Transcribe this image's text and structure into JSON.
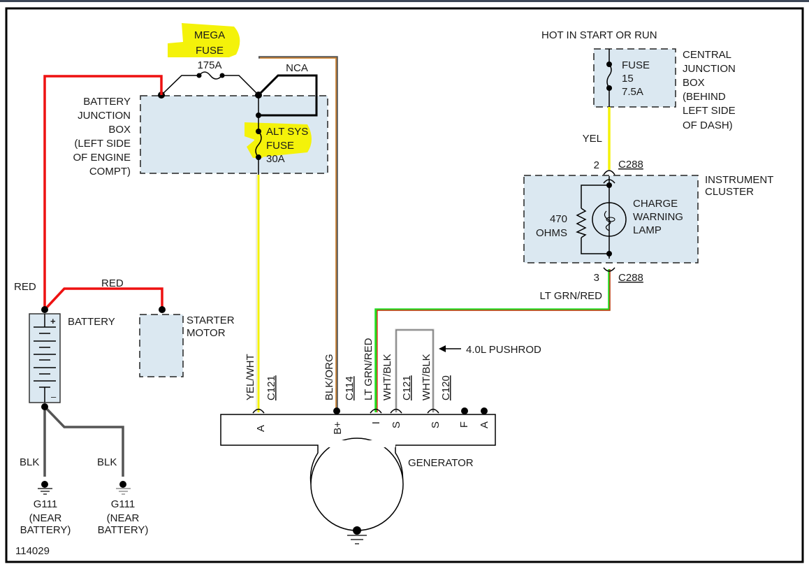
{
  "diagram_id": "114029",
  "colors": {
    "red_wire": "#ee1111",
    "yellow_wire": "#f4f20a",
    "orange_wire": "#e08a2c",
    "green_wire": "#22dd22",
    "gray_wire": "#555555",
    "box_fill": "#dbe8f1",
    "highlight": "#f4f20a"
  },
  "battery_junction_box": {
    "label_lines": [
      "BATTERY",
      "JUNCTION",
      "BOX",
      "(LEFT SIDE",
      "OF ENGINE",
      "COMPT)"
    ],
    "mega_fuse": [
      "MEGA",
      "FUSE",
      "175A"
    ],
    "nca": "NCA",
    "alt_sys_fuse": [
      "ALT SYS",
      "FUSE",
      "30A"
    ]
  },
  "central_junction_box": {
    "power_label": "HOT IN START OR RUN",
    "fuse": [
      "FUSE",
      "15",
      "7.5A"
    ],
    "label_lines": [
      "CENTRAL",
      "JUNCTION",
      "BOX",
      "(BEHIND",
      "LEFT SIDE",
      "OF DASH)"
    ]
  },
  "wires": {
    "yel": "YEL",
    "red_top": "RED",
    "red_starter": "RED",
    "lt_grn_red": "LT GRN/RED",
    "blk_1": "BLK",
    "blk_2": "BLK",
    "yel_wht": "YEL/WHT",
    "blk_org": "BLK/ORG",
    "lt_grn_red_vert": "LT GRN/RED",
    "wht_blk_1": "WHT/BLK",
    "wht_blk_2": "WHT/BLK"
  },
  "connectors": {
    "c288_top_pin": "2",
    "c288_top": "C288",
    "c288_bottom_pin": "3",
    "c288_bottom": "C288",
    "c121_a": "C121",
    "c114": "C114",
    "c121_s": "C121",
    "c120": "C120"
  },
  "instrument_cluster": {
    "label_lines": [
      "INSTRUMENT",
      "CLUSTER"
    ],
    "resistor": [
      "470",
      "OHMS"
    ],
    "lamp": [
      "CHARGE",
      "WARNING",
      "LAMP"
    ]
  },
  "battery": {
    "label": "BATTERY",
    "plus": "+",
    "minus": "–"
  },
  "starter": {
    "label_lines": [
      "STARTER",
      "MOTOR"
    ]
  },
  "grounds": [
    {
      "name": "G111",
      "lines": [
        "(NEAR",
        "BATTERY)"
      ]
    },
    {
      "name": "G111",
      "lines": [
        "(NEAR",
        "BATTERY)"
      ]
    }
  ],
  "generator": {
    "label": "GENERATOR",
    "terminals": [
      "A",
      "B+",
      "I",
      "S",
      "S",
      "F",
      "A"
    ],
    "pushrod_note": "4.0L PUSHROD"
  }
}
